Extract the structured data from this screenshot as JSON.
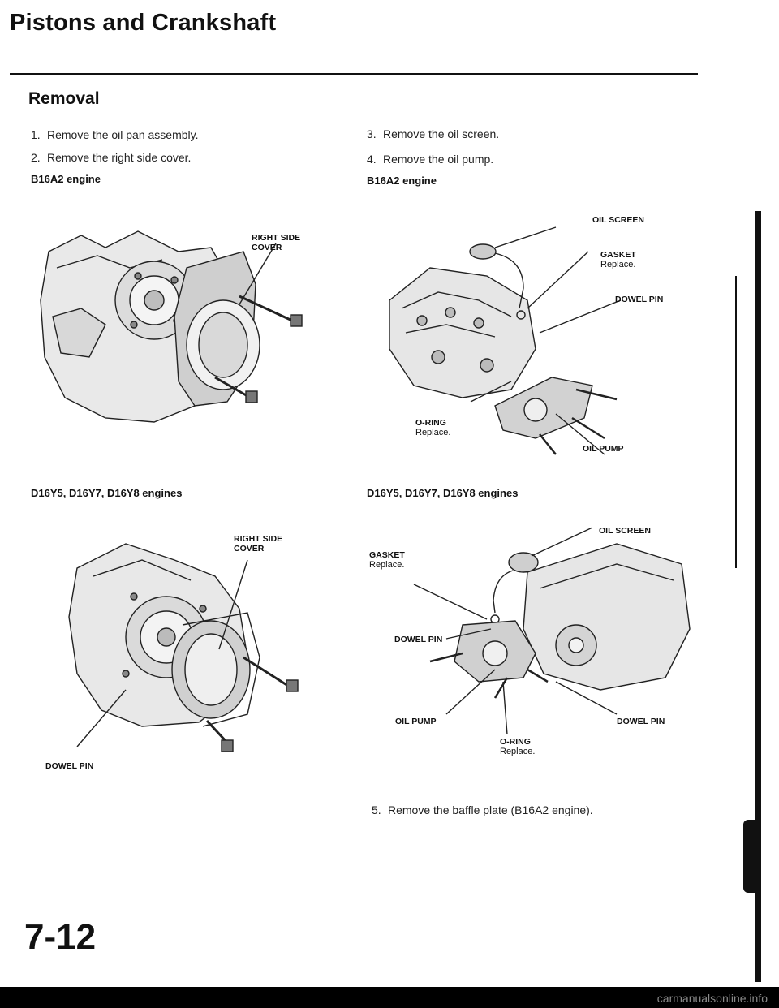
{
  "page": {
    "title": "Pistons and Crankshaft",
    "section": "Removal",
    "page_number": "7-12",
    "watermark": "carmanualsonline.info"
  },
  "left": {
    "steps": [
      {
        "num": "1.",
        "text": "Remove the oil pan assembly."
      },
      {
        "num": "2.",
        "text": "Remove the right side cover."
      }
    ],
    "engine_a": "B16A2 engine",
    "engine_b": "D16Y5, D16Y7, D16Y8 engines",
    "fig1_labels": {
      "right_side_cover": "RIGHT SIDE\nCOVER"
    },
    "fig2_labels": {
      "right_side_cover": "RIGHT SIDE\nCOVER",
      "dowel_pin": "DOWEL PIN"
    }
  },
  "right": {
    "steps": [
      {
        "num": "3.",
        "text": "Remove the oil screen."
      },
      {
        "num": "4.",
        "text": "Remove the oil pump."
      }
    ],
    "engine_a": "B16A2 engine",
    "engine_b": "D16Y5, D16Y7, D16Y8 engines",
    "fig3_labels": {
      "oil_screen": "OIL SCREEN",
      "gasket": "GASKET",
      "gasket_note": "Replace.",
      "dowel_pin": "DOWEL PIN",
      "o_ring": "O-RING",
      "o_ring_note": "Replace.",
      "oil_pump": "OIL PUMP"
    },
    "fig4_labels": {
      "oil_screen": "OIL SCREEN",
      "gasket": "GASKET",
      "gasket_note": "Replace.",
      "dowel_pin_left": "DOWEL PIN",
      "oil_pump": "OIL PUMP",
      "dowel_pin_right": "DOWEL PIN",
      "o_ring": "O-RING",
      "o_ring_note": "Replace."
    },
    "step5": {
      "num": "5.",
      "text": "Remove the baffle plate (B16A2 engine)."
    }
  },
  "colors": {
    "ink": "#111111",
    "figure_gray": "#555555",
    "light_gray": "#bbbbbb"
  }
}
